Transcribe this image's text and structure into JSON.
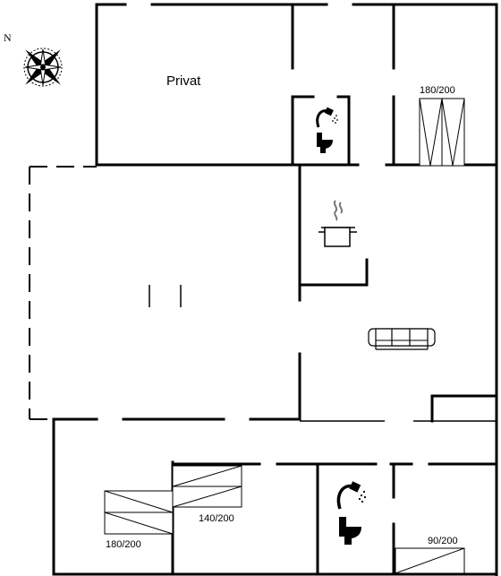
{
  "compass": {
    "north_label": "N",
    "icon": "compass-rose-icon"
  },
  "rooms": {
    "private_label": "Privat"
  },
  "beds": {
    "top_right": "180/200",
    "bottom_left": "180/200",
    "bottom_middle": "140/200",
    "bottom_right": "90/200"
  },
  "icons": {
    "bathroom_top": [
      "shower-icon",
      "toilet-icon"
    ],
    "kitchen": "cooking-pot-icon",
    "living": "sofa-icon",
    "bathroom_bottom": [
      "shower-icon",
      "toilet-icon"
    ]
  }
}
